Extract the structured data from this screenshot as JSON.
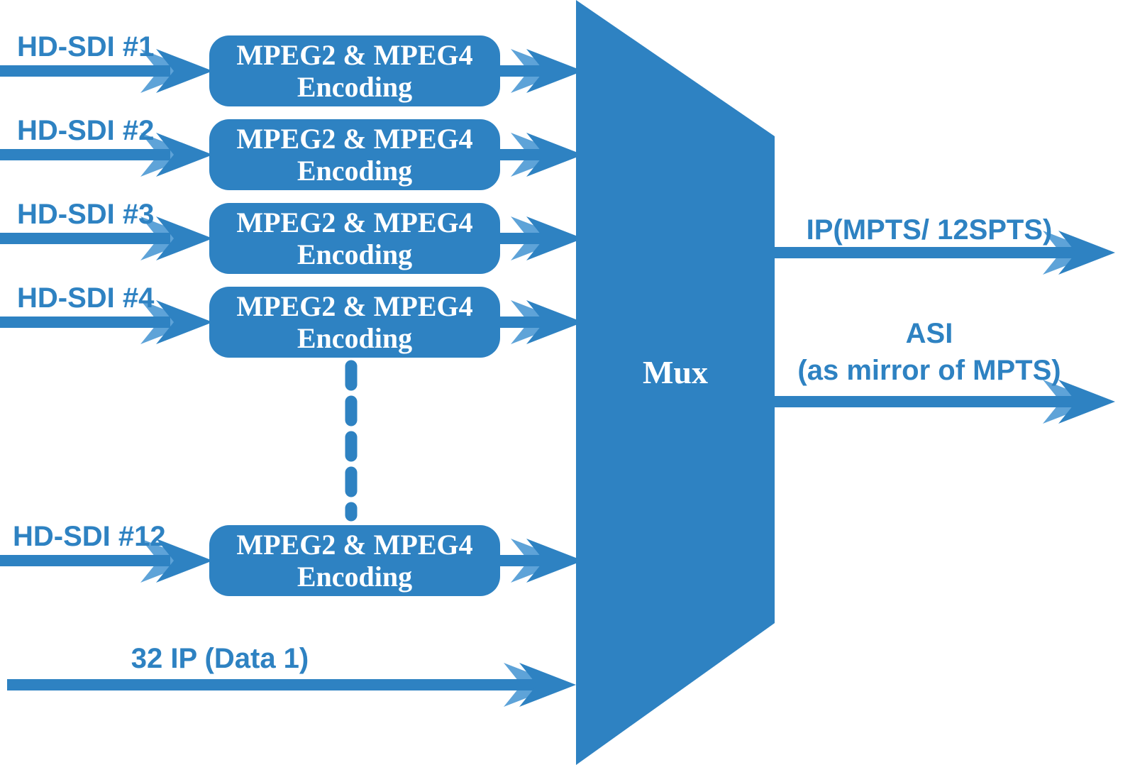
{
  "diagram": {
    "colors": {
      "primary": "#2E82C2",
      "light_accent": "#5EA3D8",
      "text_on_blue": "#FFFFFF"
    },
    "inputs": [
      {
        "label": "HD-SDI #1"
      },
      {
        "label": "HD-SDI #2"
      },
      {
        "label": "HD-SDI #3"
      },
      {
        "label": "HD-SDI #4"
      },
      {
        "label": "HD-SDI #12"
      }
    ],
    "encoder": {
      "line1": "MPEG2 & MPEG4",
      "line2": "Encoding"
    },
    "mux": {
      "label": "Mux"
    },
    "data_input": {
      "label": "32 IP (Data 1)"
    },
    "outputs": {
      "ip": {
        "label": "IP(MPTS/ 12SPTS)"
      },
      "asi": {
        "line1": "ASI",
        "line2": "(as mirror of MPTS)"
      }
    }
  }
}
